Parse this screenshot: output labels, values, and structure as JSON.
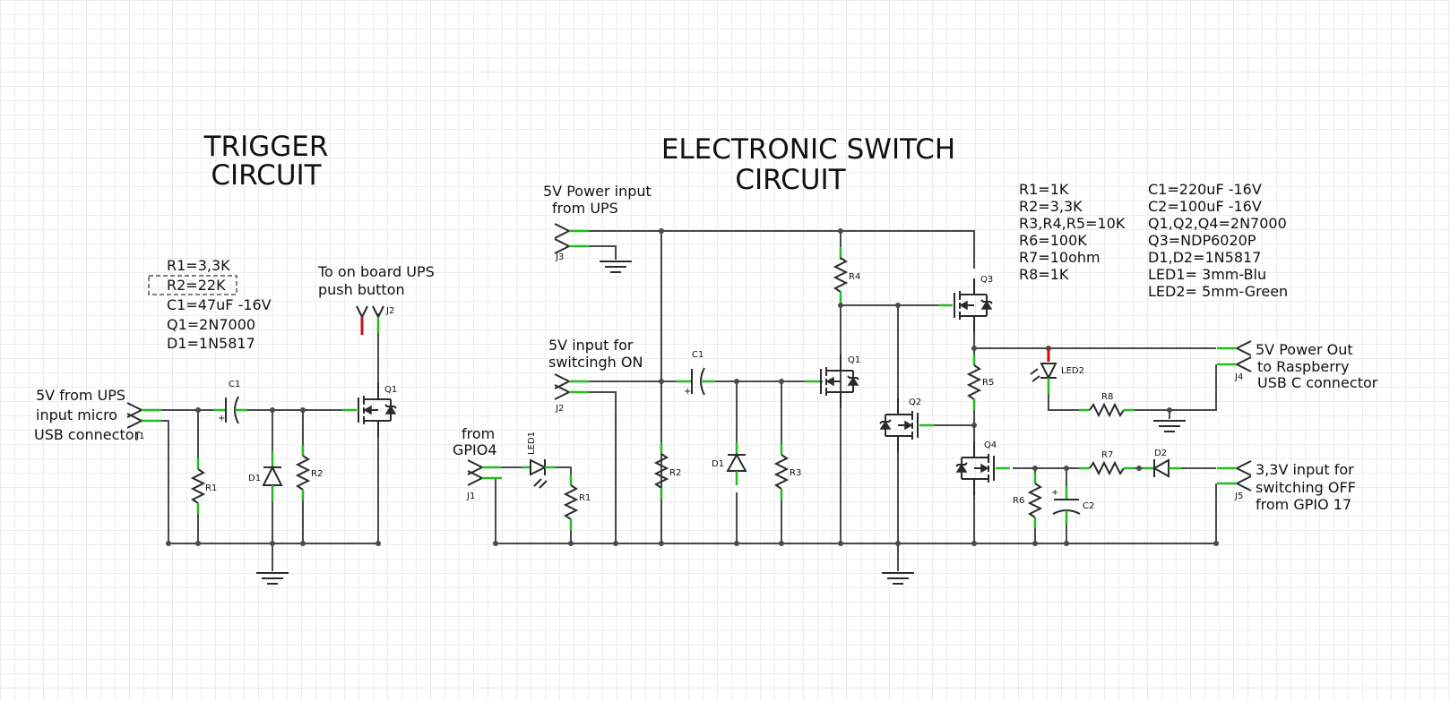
{
  "titles": {
    "trigger_line1": "TRIGGER",
    "trigger_line2": "CIRCUIT",
    "switch_line1": "ELECTRONIC SWITCH",
    "switch_line2": "CIRCUIT"
  },
  "trigger_parts": [
    "R1=3,3K",
    "R2=22K",
    "C1=47uF -16V",
    "Q1=2N7000",
    "D1=1N5817"
  ],
  "switch_parts_col1": [
    "R1=1K",
    "R2=3,3K",
    "R3,R4,R5=10K",
    "R6=100K",
    "R7=10ohm",
    "R8=1K"
  ],
  "switch_parts_col2": [
    "C1=220uF -16V",
    "C2=100uF -16V",
    "Q1,Q2,Q4=2N7000",
    "Q3=NDP6020P",
    "D1,D2=1N5817",
    "LED1= 3mm-Blu",
    "LED2= 5mm-Green"
  ],
  "notes": {
    "trigger_input": [
      "5V from UPS",
      "input  micro",
      "USB connector"
    ],
    "push_button": [
      "To on board UPS",
      "push button"
    ],
    "power_input": [
      "5V Power input",
      "from UPS"
    ],
    "switch_on": [
      "5V input for",
      "switcingh ON"
    ],
    "gpio4": [
      "from",
      "GPIO4"
    ],
    "power_out": [
      "5V Power Out",
      "to Raspberry",
      "USB C connector"
    ],
    "switch_off": [
      "3,3V input for",
      "switching OFF",
      "from GPIO 17"
    ]
  },
  "refs": {
    "t_j1": "J1",
    "t_j2": "J2",
    "t_c1": "C1",
    "t_q1": "Q1",
    "t_r1": "R1",
    "t_d1": "D1",
    "t_r2": "R2",
    "s_j3": "J3",
    "s_j2": "J2",
    "s_j1": "J1",
    "s_j4": "J4",
    "s_j5": "J5",
    "s_c1": "C1",
    "s_c2": "C2",
    "s_r1": "R1",
    "s_r2": "R2",
    "s_r3": "R3",
    "s_r4": "R4",
    "s_r5": "R5",
    "s_r6": "R6",
    "s_r7": "R7",
    "s_r8": "R8",
    "s_d1": "D1",
    "s_d2": "D2",
    "s_q1": "Q1",
    "s_q2": "Q2",
    "s_q3": "Q3",
    "s_q4": "Q4",
    "s_led1": "LED1",
    "s_led2": "LED2"
  }
}
